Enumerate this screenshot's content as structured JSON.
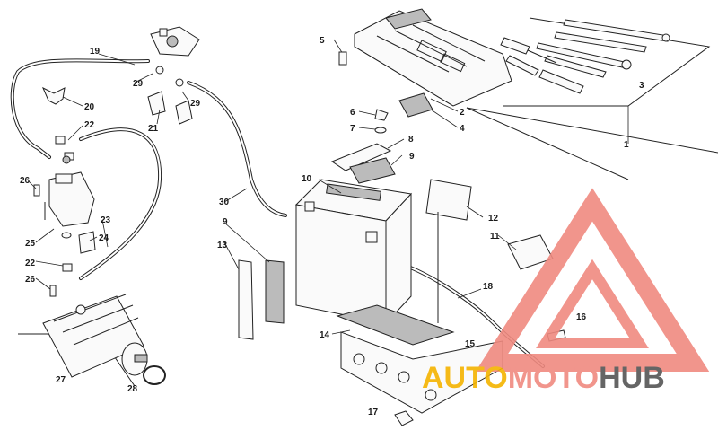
{
  "callouts": [
    "1",
    "2",
    "3",
    "4",
    "5",
    "6",
    "7",
    "8",
    "9",
    "10",
    "11",
    "12",
    "13",
    "14",
    "15",
    "16",
    "17",
    "18",
    "19",
    "20",
    "21",
    "22",
    "23",
    "24",
    "25",
    "26",
    "27",
    "28",
    "29",
    "30"
  ],
  "watermark": {
    "part1": "AUTO",
    "part2": "MOTO",
    "part3": "HUB",
    "color1": "#f5b400",
    "color2": "#f08a80",
    "color3": "#555555"
  }
}
